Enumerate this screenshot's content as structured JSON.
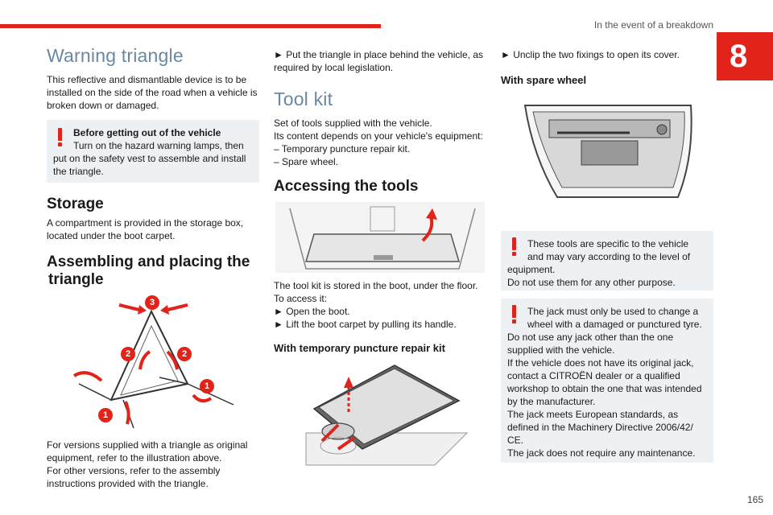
{
  "header": {
    "section_title": "In the event of a breakdown",
    "chapter_number": "8",
    "page_number": "165"
  },
  "col1": {
    "title": "Warning triangle",
    "intro": "This reflective and dismantlable device is to be installed on the side of the road when a vehicle is broken down or damaged.",
    "warning_bold": "Before getting out of the vehicle",
    "warning_line1": "Turn on the hazard warning lamps, then",
    "warning_rest": "put on the safety vest to assemble and install the triangle.",
    "storage_heading": "Storage",
    "storage_text": "A compartment is provided in the storage box, located under the boot carpet.",
    "assembling_heading_l1": "Assembling and placing the",
    "assembling_heading_l2": "triangle",
    "triangle_labels": [
      "3",
      "2",
      "2",
      "1",
      "1"
    ],
    "versions_text_1": "For versions supplied with a triangle as original equipment, refer to the illustration above.",
    "versions_text_2": "For other versions, refer to the assembly instructions provided with the triangle."
  },
  "col2": {
    "put_triangle": "► Put the triangle in place behind the vehicle, as required by local legislation.",
    "toolkit_title": "Tool kit",
    "toolkit_text_1": "Set of tools supplied with the vehicle.",
    "toolkit_text_2": "Its content depends on your vehicle's equipment:",
    "toolkit_item_1": "– Temporary puncture repair kit.",
    "toolkit_item_2": "– Spare wheel.",
    "accessing_heading": "Accessing the tools",
    "stored_text": "The tool kit is stored in the boot, under the floor.",
    "to_access": "To access it:",
    "step_1": "► Open the boot.",
    "step_2": "► Lift the boot carpet by pulling its handle.",
    "repair_kit_heading": "With temporary puncture repair kit"
  },
  "col3": {
    "unclip": "► Unclip the two fixings to open its cover.",
    "spare_wheel_heading": "With spare wheel",
    "warn1_line1": "These tools are specific to the vehicle",
    "warn1_line2": "and may vary according to the level of",
    "warn1_rest": "equipment.",
    "warn1_rest2": "Do not use them for any other purpose.",
    "warn2_line1": "The jack must only be used to change a",
    "warn2_line2": "wheel with a damaged or punctured tyre.",
    "warn2_rest": "Do not use any jack other than the one supplied with the vehicle.",
    "warn2_rest2": "If the vehicle does not have its original jack, contact a CITROËN dealer or a qualified workshop to obtain the one that was intended by the manufacturer.",
    "warn2_rest3": "The jack meets European standards, as defined in the Machinery Directive 2006/42/ CE.",
    "warn2_rest4": "The jack does not require any maintenance."
  },
  "colors": {
    "accent_red": "#e2231a",
    "heading_blue": "#6a87a3",
    "warn_bg": "#eef1f4"
  }
}
